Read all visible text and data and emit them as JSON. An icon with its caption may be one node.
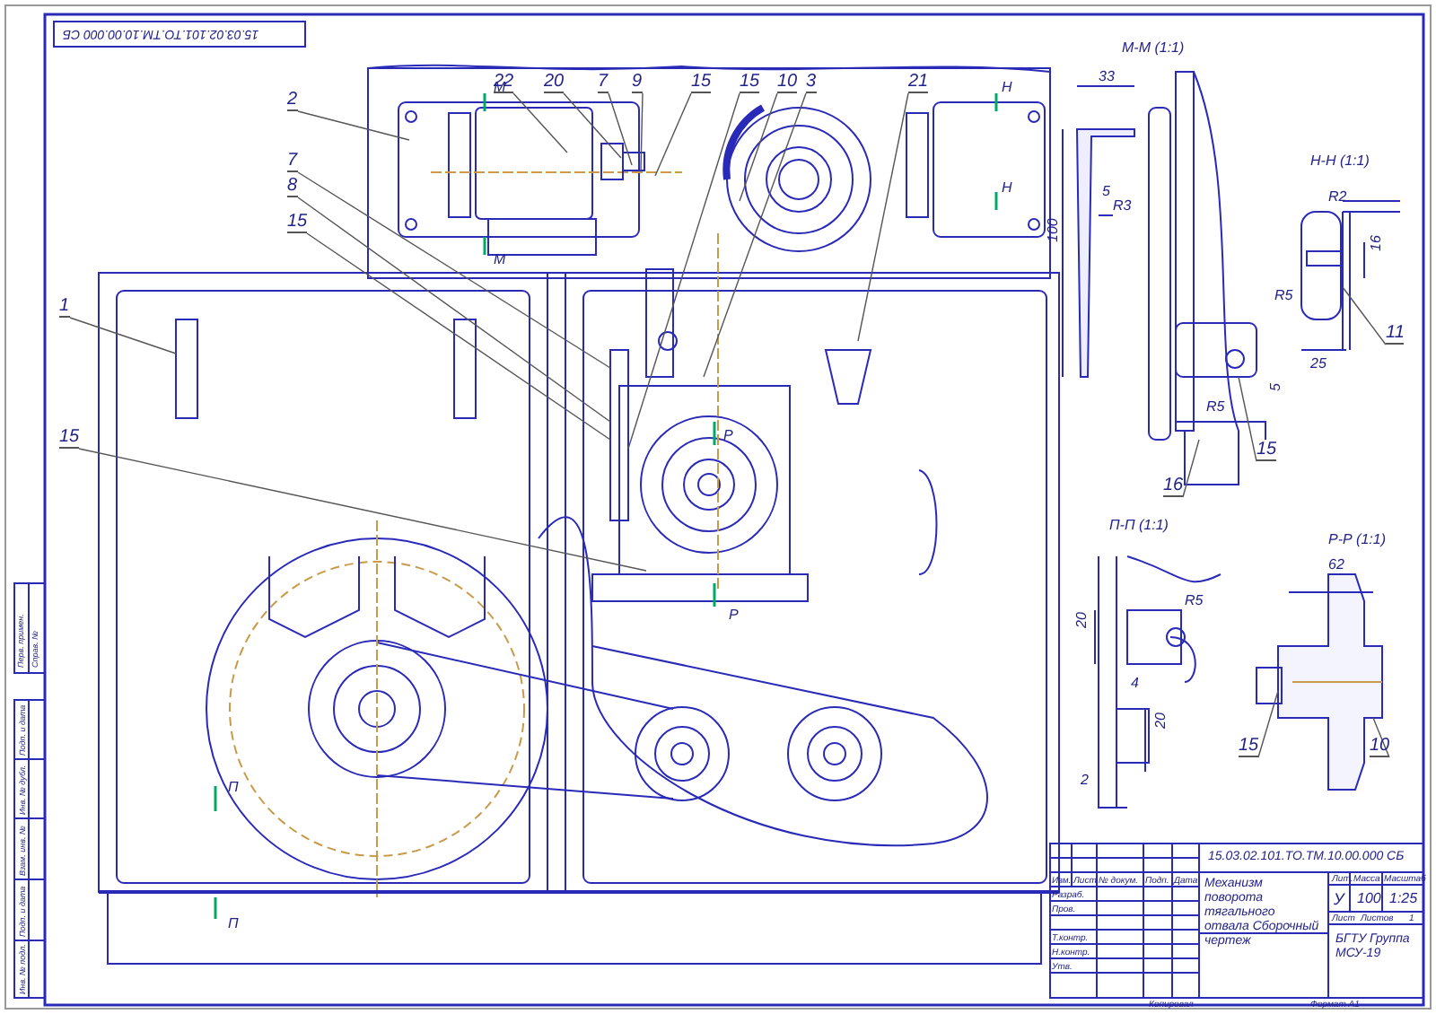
{
  "diagram": {
    "nodes": [
      {
        "text": [
          "22"
        ]
      },
      {
        "text": [
          "20"
        ]
      },
      {
        "text": [
          "7"
        ]
      },
      {
        "text": [
          "9"
        ]
      },
      {
        "text": [
          "15"
        ]
      },
      {
        "text": [
          "15"
        ]
      },
      {
        "text": [
          "10"
        ]
      },
      {
        "text": [
          "3"
        ]
      },
      {
        "text": [
          "21"
        ]
      },
      {
        "text": [
          "2"
        ]
      },
      {
        "text": [
          "7"
        ]
      },
      {
        "text": [
          "8"
        ]
      },
      {
        "text": [
          "15"
        ]
      },
      {
        "text": [
          "1"
        ]
      },
      {
        "text": [
          "15"
        ]
      },
      {
        "text": [
          "11"
        ]
      },
      {
        "text": [
          "15"
        ]
      },
      {
        "text": [
          "16"
        ]
      },
      {
        "text": [
          "15"
        ]
      },
      {
        "text": [
          "10"
        ]
      }
    ],
    "edges": [
      {
        "from": 0,
        "to": null,
        "arrow": "none"
      },
      {
        "from": 1,
        "to": null,
        "arrow": "none"
      },
      {
        "from": 2,
        "to": null,
        "arrow": "none"
      },
      {
        "from": 3,
        "to": null,
        "arrow": "none"
      },
      {
        "from": 4,
        "to": null,
        "arrow": "none"
      },
      {
        "from": 5,
        "to": null,
        "arrow": "none"
      },
      {
        "from": 6,
        "to": null,
        "arrow": "none"
      },
      {
        "from": 7,
        "to": null,
        "arrow": "none"
      },
      {
        "from": 8,
        "to": null,
        "arrow": "none"
      },
      {
        "from": 9,
        "to": null,
        "arrow": "none"
      },
      {
        "from": 10,
        "to": null,
        "arrow": "none"
      },
      {
        "from": 11,
        "to": null,
        "arrow": "none"
      },
      {
        "from": 12,
        "to": null,
        "arrow": "none"
      },
      {
        "from": 13,
        "to": null,
        "arrow": "none"
      },
      {
        "from": 14,
        "to": null,
        "arrow": "none"
      },
      {
        "from": 15,
        "to": null,
        "arrow": "none"
      },
      {
        "from": 16,
        "to": null,
        "arrow": "none"
      },
      {
        "from": 17,
        "to": null,
        "arrow": "none"
      },
      {
        "from": 18,
        "to": null,
        "arrow": "none"
      },
      {
        "from": 19,
        "to": null,
        "arrow": "none"
      }
    ],
    "labels": [
      "15.03.02.101.ТО.ТМ.10.00.000 СБ",
      "М",
      "Н",
      "Н",
      "М",
      "М-М (1:1)",
      "Н-Н (1:1)",
      "33",
      "R3",
      "100",
      "5",
      "R2",
      "16",
      "R5",
      "25",
      "5",
      "R5",
      "Р",
      "Р",
      "П-П (1:1)",
      "Р-Р (1:1)",
      "R5",
      "62",
      "20",
      "4",
      "20",
      "2",
      "П",
      "П",
      "15.03.02.101.ТО.ТМ.10.00.000 СБ",
      "Изм.",
      "Лист",
      "№ докум.",
      "Подп.",
      "Дата",
      "Разраб.",
      "Пров.",
      "Т.контр.",
      "Н.контр.",
      "Утв.",
      "Механизм поворота тягального отвала Сборочный чертеж",
      "Лит.",
      "Масса",
      "Масштаб",
      "У",
      "100",
      "1:25",
      "Лист",
      "Листов",
      "1",
      "БГТУ Группа МСУ-19",
      "Копировал",
      "Формат А1",
      "Перв. примен.",
      "Справ. №",
      "Подп. и дата",
      "Инв. № дубл.",
      "Взам. инв. №",
      "Подп. и дата",
      "Инв. № подл."
    ]
  }
}
